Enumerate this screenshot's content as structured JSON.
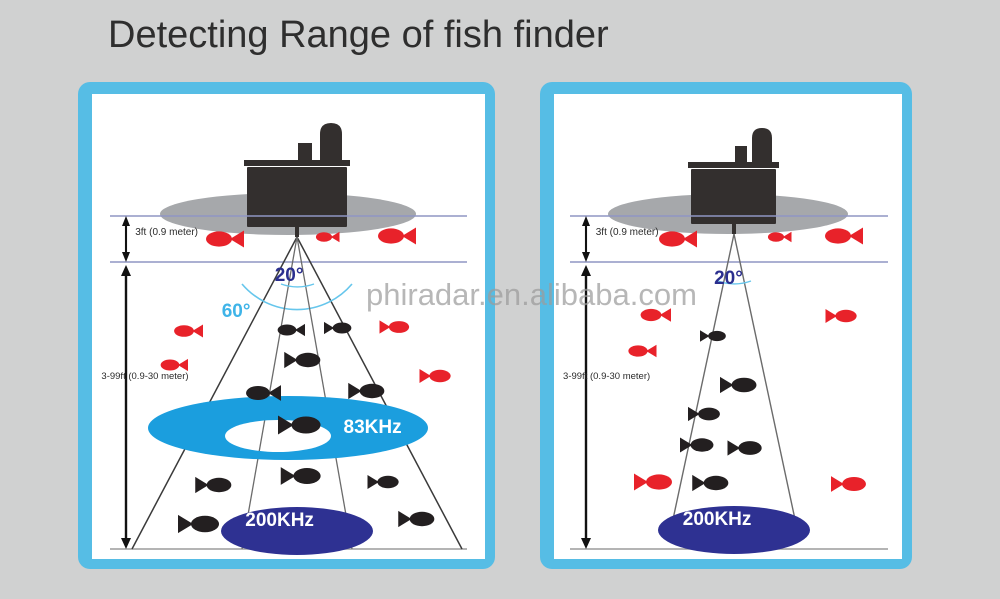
{
  "page": {
    "title": "Detecting Range of fish finder",
    "background_color": "#d0d1d1",
    "watermark": "phiradar.en.alibaba.com"
  },
  "colors": {
    "panel_border": "#56bde5",
    "panel_fill": "#ffffff",
    "fish_outside": "#e8222a",
    "fish_inside": "#231f20",
    "band_83khz": "#1b9ede",
    "band_200khz": "#2e3192",
    "angle_20_text": "#2b2f8f",
    "angle_60_text": "#3fb4e8",
    "water_line": "#8f96c4",
    "arrow": "#111111",
    "boat": "#332f2e",
    "hull_shadow": "#a6a8ab"
  },
  "panels": [
    {
      "id": "left",
      "name": "dual-beam-panel",
      "depth_shallow_label": "3ft (0.9 meter)",
      "depth_range_label": "3-99ft (0.9-30 meter)",
      "angles": [
        {
          "name": "inner-beam-angle",
          "label": "20°"
        },
        {
          "name": "outer-beam-angle",
          "label": "60°"
        }
      ],
      "bands": [
        {
          "name": "frequency-band-83khz",
          "label": "83KHz",
          "color": "#1b9ede"
        },
        {
          "name": "frequency-band-200khz",
          "label": "200KHz",
          "color": "#2e3192"
        }
      ]
    },
    {
      "id": "right",
      "name": "single-beam-panel",
      "depth_shallow_label": "3ft (0.9 meter)",
      "depth_range_label": "3-99ft (0.9-30 meter)",
      "angles": [
        {
          "name": "inner-beam-angle",
          "label": "20°"
        }
      ],
      "bands": [
        {
          "name": "frequency-band-200khz",
          "label": "200KHz",
          "color": "#2e3192"
        }
      ]
    }
  ],
  "icons": {
    "fish": "fish-icon",
    "boat": "boat-icon",
    "transducer": "transducer-icon",
    "arrow_down": "arrow-down-icon",
    "arrow_up": "arrow-up-icon"
  }
}
